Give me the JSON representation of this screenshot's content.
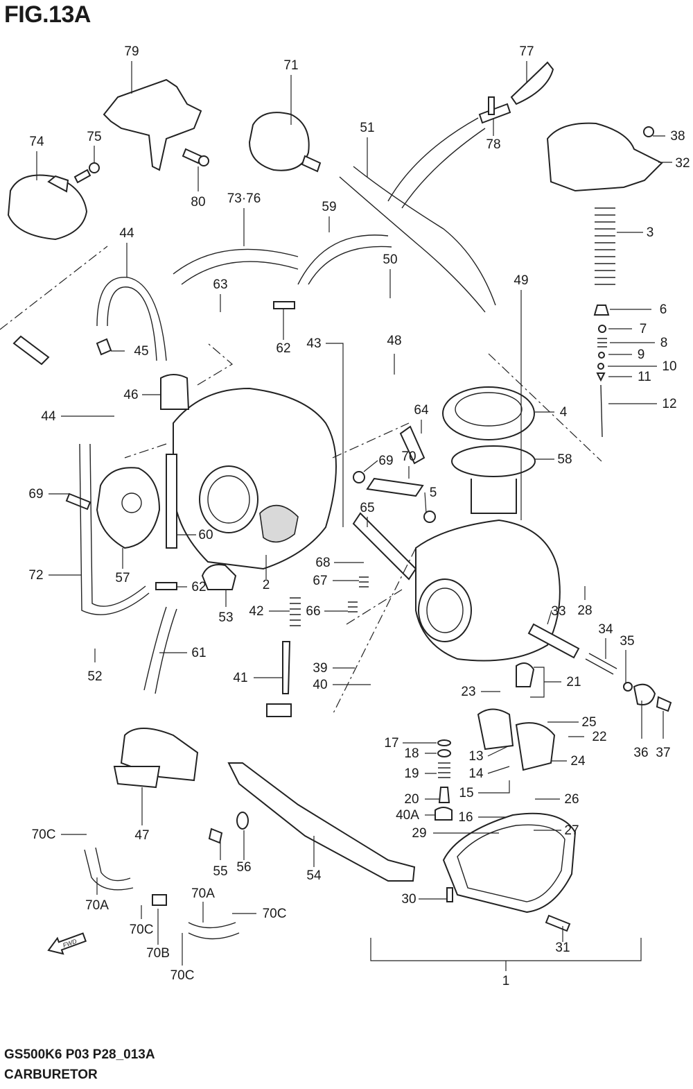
{
  "figure": {
    "title": "FIG.13A",
    "code": "GS500K6 P03 P28_013A",
    "name": "CARBURETOR"
  },
  "callouts": [
    "79",
    "71",
    "77",
    "74",
    "75",
    "80",
    "73·76",
    "51",
    "78",
    "38",
    "32",
    "44",
    "59",
    "3",
    "63",
    "50",
    "49",
    "6",
    "7",
    "8",
    "9",
    "10",
    "11",
    "12",
    "43",
    "62",
    "48",
    "45",
    "46",
    "4",
    "44",
    "64",
    "70",
    "69",
    "5",
    "58",
    "69",
    "65",
    "60",
    "72",
    "57",
    "68",
    "67",
    "2",
    "33",
    "28",
    "62",
    "53",
    "42",
    "66",
    "34",
    "35",
    "61",
    "52",
    "39",
    "40",
    "41",
    "23",
    "21",
    "25",
    "22",
    "17",
    "18",
    "13",
    "24",
    "19",
    "14",
    "20",
    "15",
    "26",
    "40A",
    "16",
    "36",
    "37",
    "27",
    "29",
    "70C",
    "47",
    "55",
    "56",
    "54",
    "30",
    "70A",
    "70C",
    "70A",
    "70C",
    "70B",
    "70C",
    "31",
    "1"
  ],
  "icons": {
    "fwd_arrow": "fwd-arrow-icon"
  }
}
